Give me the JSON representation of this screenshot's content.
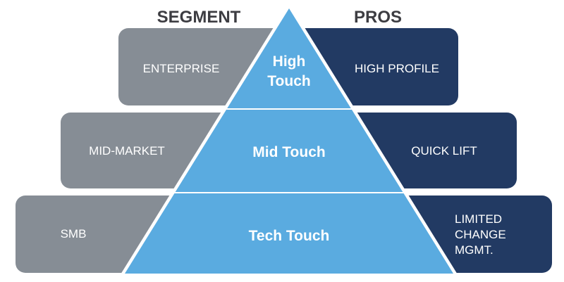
{
  "headers": {
    "segment": "SEGMENT",
    "pros": "PROS"
  },
  "colors": {
    "segment": "#868d95",
    "pros": "#223a63",
    "tier": "#5aabe0"
  },
  "rows": [
    {
      "segment": "ENTERPRISE",
      "tier_line1": "High",
      "tier_line2": "Touch",
      "pros": [
        "HIGH PROFILE"
      ]
    },
    {
      "segment": "MID-MARKET",
      "tier": "Mid Touch",
      "pros": [
        "QUICK LIFT"
      ]
    },
    {
      "segment": "SMB",
      "tier": "Tech Touch",
      "pros": [
        "LIMITED",
        "CHANGE",
        "MGMT."
      ]
    }
  ]
}
